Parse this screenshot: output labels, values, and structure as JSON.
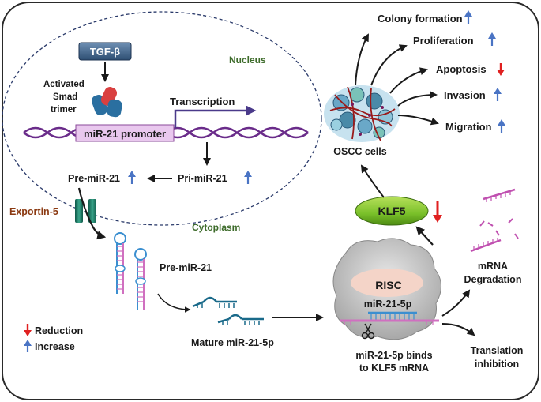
{
  "labels": {
    "tgf_beta": "TGF-β",
    "nucleus": "Nucleus",
    "activated": "Activated",
    "smad": "Smad",
    "trimer": "trimer",
    "mir21_promoter": "miR-21 promoter",
    "transcription": "Transcription",
    "pri_mir21": "Pri-miR-21",
    "pre_mir21_nucleus": "Pre-miR-21",
    "exportin5": "Exportin-5",
    "cytoplasm": "Cytoplasm",
    "pre_mir21_cytoplasm": "Pre-miR-21",
    "mature_mir21": "Mature miR-21-5p",
    "risc": "RISC",
    "mir21_5p": "miR-21-5p",
    "binds_line1": "miR-21-5p binds",
    "binds_line2": "to KLF5 mRNA",
    "klf5": "KLF5",
    "oscc_cells": "OSCC cells",
    "colony_formation": "Colony formation",
    "proliferation": "Proliferation",
    "apoptosis": "Apoptosis",
    "invasion": "Invasion",
    "migration": "Migration",
    "mrna_line1": "mRNA",
    "mrna_line2": "Degradation",
    "translation_line1": "Translation",
    "translation_line2": "inhibition"
  },
  "legend": {
    "reduction": "Reduction",
    "increase": "Increase"
  },
  "colors": {
    "increase_arrow": "#4a74c4",
    "reduction_arrow": "#e02020",
    "nucleus_label": "#3d6b2a",
    "exportin_label": "#8b3a12",
    "dna_strand": "#6a2c8a",
    "rna_pink": "#d070c0",
    "rna_blue": "#3b8fd0",
    "klf5_fill": "#7ac02a",
    "tgf_fill": "#2e4f73"
  },
  "icons": [
    "scissors-icon"
  ]
}
